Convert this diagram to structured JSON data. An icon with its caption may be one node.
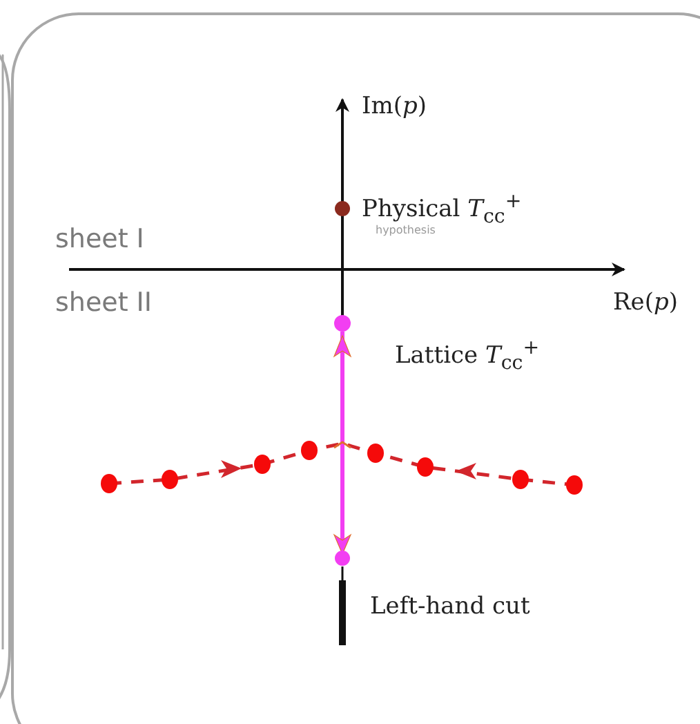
{
  "diagram": {
    "labels": [
      "Im(*p*)",
      "Physical *T*$_{cc}$$^{+}$",
      "hypothesis",
      "sheet I",
      "sheet II",
      "Re(*p*)",
      "Lattice *T*$_{cc}$$^{+}$",
      "Left-hand cut"
    ]
  }
}
